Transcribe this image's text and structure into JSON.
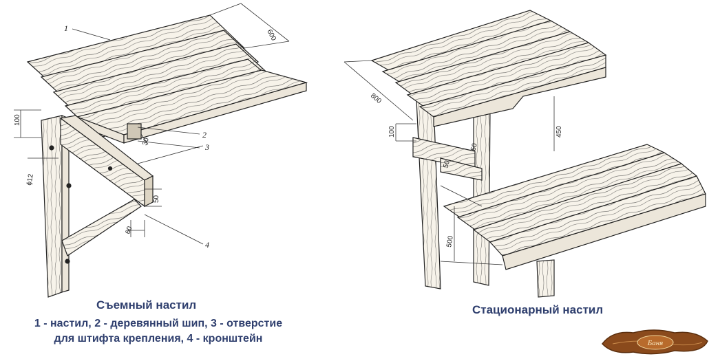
{
  "left_figure": {
    "title": "Съемный настил",
    "legend_line1": "1 - настил, 2 - деревянный шип, 3 - отверстие",
    "legend_line2": "для штифта крепления, 4 - кронштейн",
    "callouts": [
      "1",
      "2",
      "3",
      "4"
    ],
    "dimensions": [
      "600",
      "100",
      "30",
      "50",
      "60",
      "ϕ12"
    ]
  },
  "right_figure": {
    "title": "Стационарный настил",
    "dimensions": [
      "800",
      "100",
      "450",
      "500",
      "50",
      "50"
    ]
  },
  "logo": {
    "text": "Баня"
  },
  "colors": {
    "caption": "#2f3f6e",
    "line": "#222222",
    "wood": "#f4efe6",
    "logo": "#8a4a1c"
  }
}
